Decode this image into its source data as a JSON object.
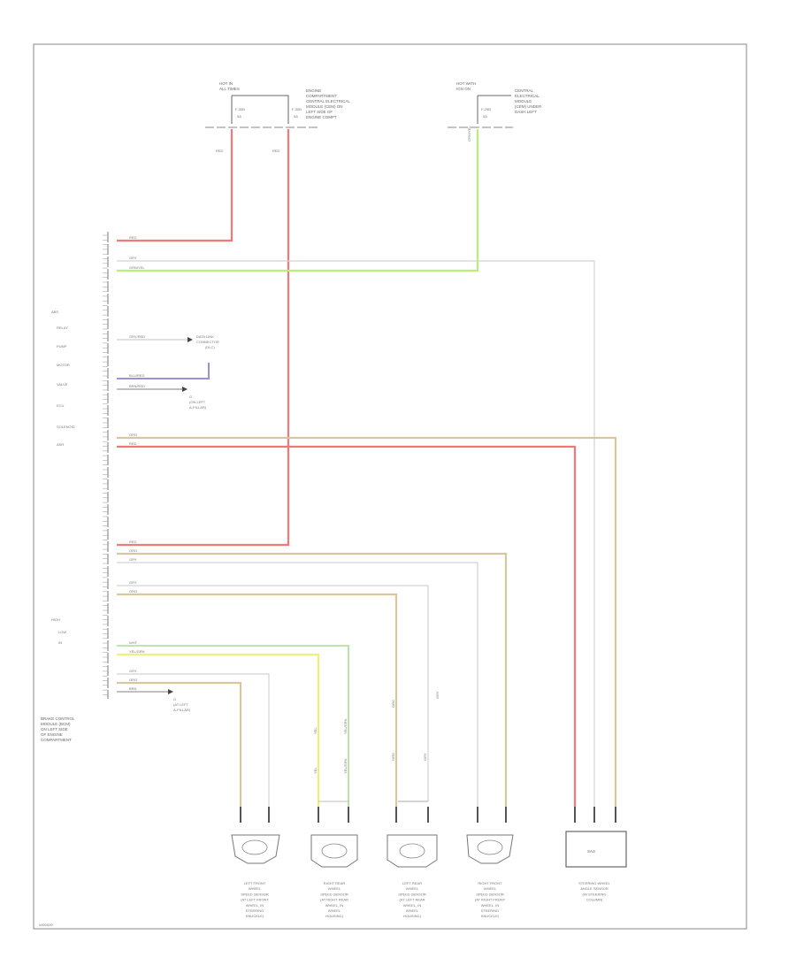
{
  "diagram": {
    "fuse_left": {
      "header": [
        "HOT IN",
        "ALL TIMES"
      ],
      "rows": [
        "F-30B",
        "5A"
      ],
      "right_rows": [
        "F-30B",
        "5A"
      ],
      "caption": [
        "ENGINE",
        "COMPARTMENT",
        "CENTRAL ELECTRICAL",
        "MODULE (CEM) ON",
        "LEFT SIDE OF",
        "ENGINE COMPT"
      ]
    },
    "fuse_right": {
      "header": [
        "HOT WITH",
        "IGN ON"
      ],
      "rows": [
        "F-25B",
        "5A"
      ],
      "caption": [
        "CENTRAL",
        "ELECTRICAL",
        "MODULE",
        "(CEM) UNDER",
        "DASH LEFT"
      ]
    },
    "wires": {
      "red": "RED",
      "org": "ORG",
      "gry": "GRY",
      "grn_yel": "GRN/YEL",
      "gry_red": "GRY/RED",
      "blu_red": "BLU/RED",
      "brn_red": "BRN/RED",
      "yel_grn": "YEL/GRN",
      "brn": "BRN",
      "wht": "WHT",
      "yel": "YEL"
    },
    "refs": {
      "data_link": [
        "DATA LINK",
        "CONNECTOR",
        "(DLC)"
      ],
      "ground_mid": [
        "G",
        "(ON LEFT",
        "A-PILLAR)"
      ],
      "ground_bottom": [
        "G",
        "(AT LEFT",
        "A-PILLAR)"
      ]
    },
    "module_caption": [
      "BRAKE CONTROL",
      "MODULE (BCM)",
      "ON LEFT SIDE",
      "OF ENGINE",
      "COMPARTMENT"
    ],
    "module_side_text": [
      "ABS",
      "RELAY",
      "PUMP",
      "MOTOR",
      "VALVE",
      "ECU",
      "SOLENOID",
      "ASR"
    ],
    "module_side_text_lower": [
      "HIGH",
      "LOW",
      "IN"
    ],
    "components": [
      {
        "id": "lf",
        "caption": [
          "LEFT FRONT",
          "WHEEL",
          "SPEED SENSOR",
          "(AT LEFT FRONT",
          "WHEEL, IN",
          "STEERING",
          "KNUCKLE)"
        ]
      },
      {
        "id": "rr",
        "caption": [
          "RIGHT REAR",
          "WHEEL",
          "SPEED SENSOR",
          "(AT RIGHT REAR",
          "WHEEL, IN",
          "WHEEL",
          "HOUSING)"
        ]
      },
      {
        "id": "lr",
        "caption": [
          "LEFT REAR",
          "WHEEL",
          "SPEED SENSOR",
          "(AT LEFT REAR",
          "WHEEL, IN",
          "WHEEL",
          "HOUSING)"
        ]
      },
      {
        "id": "rf",
        "caption": [
          "RIGHT FRONT",
          "WHEEL",
          "SPEED SENSOR",
          "(AT RIGHT FRONT",
          "WHEEL, IN",
          "STEERING",
          "KNUCKLE)"
        ]
      },
      {
        "id": "yaw",
        "caption": [
          "STEERING WHEEL",
          "ANGLE SENSOR",
          "(IN STEERING",
          "COLUMN)"
        ],
        "inner": "SAS"
      }
    ],
    "footer": "WD0000"
  },
  "colors": {
    "red": "#f07878",
    "grn_yel": "#b9ef74",
    "org_tan": "#d7c79a",
    "gry": "#c8c8c8",
    "blu": "#9d8fdd",
    "yel": "#eef07a",
    "grn": "#a7de8e"
  }
}
